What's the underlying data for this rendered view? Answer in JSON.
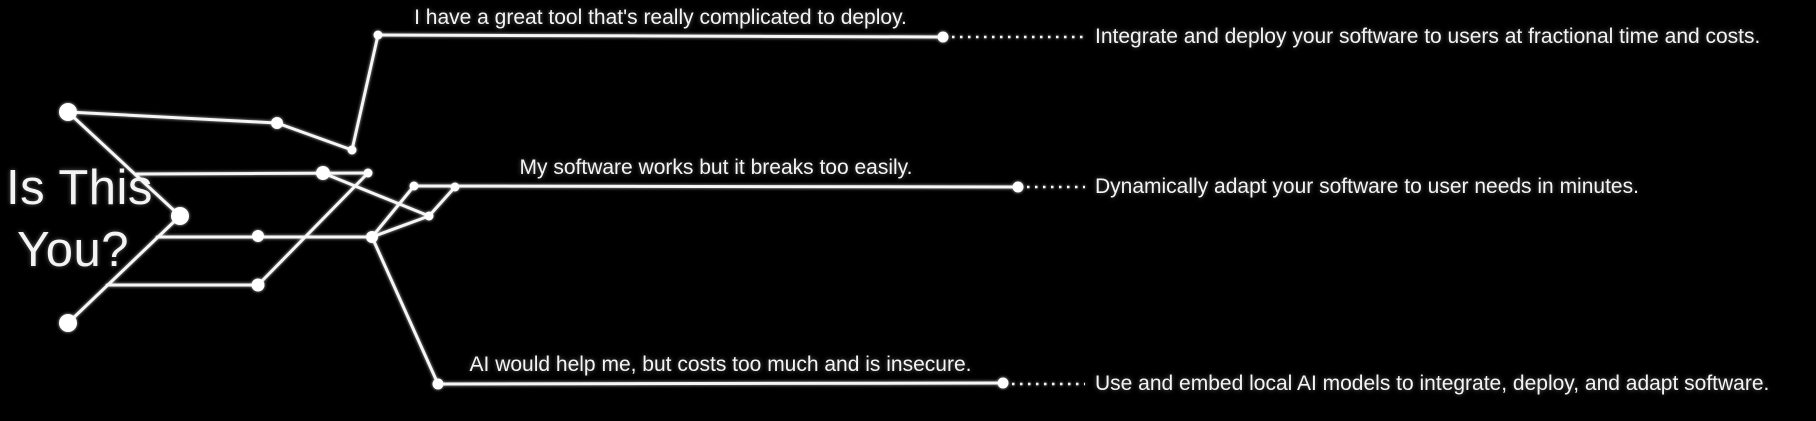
{
  "page": {
    "background_color": "#000000",
    "accent_color": "#ffffff",
    "heading": {
      "line1": "Is This",
      "line2": "You?"
    }
  },
  "rows": [
    {
      "problem": "I have a great tool that's really complicated to deploy.",
      "solution": "Integrate and deploy your software to users at fractional time and costs."
    },
    {
      "problem": "My software works but it breaks too easily.",
      "solution": "Dynamically adapt your software to user needs in minutes."
    },
    {
      "problem": "AI would help me, but costs too much and is insecure.",
      "solution": "Use and embed local AI models to integrate, deploy, and adapt software."
    }
  ]
}
